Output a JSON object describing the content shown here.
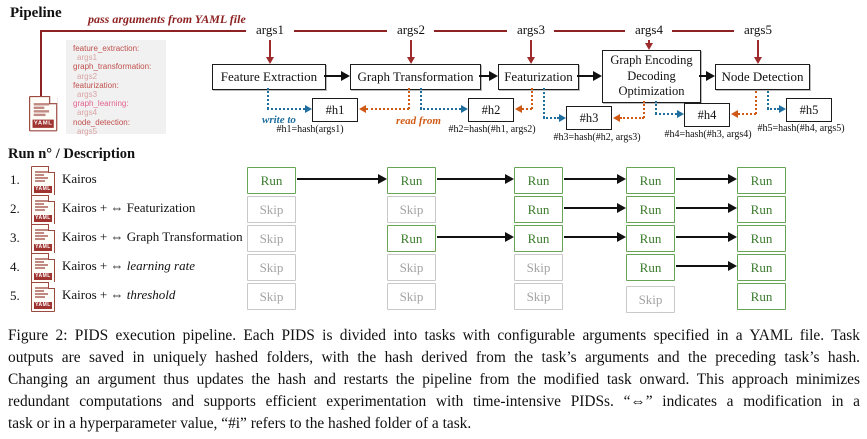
{
  "pipeline": {
    "title": "Pipeline",
    "pass_arguments_label": "pass arguments from YAML file",
    "write_to_label": "write to",
    "read_from_label": "read from",
    "yaml_icon_label": "YAML",
    "yaml_config": {
      "lines": [
        {
          "text": "feature_extraction:",
          "kind": "key"
        },
        {
          "text": "args1",
          "kind": "value"
        },
        {
          "text": "graph_transformation:",
          "kind": "key"
        },
        {
          "text": "args2",
          "kind": "value"
        },
        {
          "text": "featurization:",
          "kind": "key"
        },
        {
          "text": "args3",
          "kind": "value"
        },
        {
          "text": "graph_learning:",
          "kind": "key-highlight"
        },
        {
          "text": "args4",
          "kind": "value"
        },
        {
          "text": "node_detection:",
          "kind": "key"
        },
        {
          "text": "args5",
          "kind": "value"
        }
      ]
    },
    "args": [
      "args1",
      "args2",
      "args3",
      "args4",
      "args5"
    ],
    "tasks": [
      {
        "label": "Feature Extraction"
      },
      {
        "label": "Graph Transformation"
      },
      {
        "label": "Featurization"
      },
      {
        "label": "Graph Encoding Decoding Optimization",
        "lines": [
          "Graph Encoding",
          "Decoding",
          "Optimization"
        ]
      },
      {
        "label": "Node Detection"
      }
    ],
    "hashes": [
      {
        "label": "#h1",
        "equation": "#h1=hash(args1)"
      },
      {
        "label": "#h2",
        "equation": "#h2=hash(#h1, args2)"
      },
      {
        "label": "#h3",
        "equation": "#h3=hash(#h2, args3)"
      },
      {
        "label": "#h4",
        "equation": "#h4=hash(#h3, args4)"
      },
      {
        "label": "#h5",
        "equation": "#h5=hash(#h4, args5)"
      }
    ],
    "colors": {
      "maroon": "#8e2222",
      "write_blue": "#1f6e9e",
      "read_orange": "#cf5a16",
      "run_green": "#67a455",
      "skip_gray": "#c9c9c9"
    }
  },
  "runs": {
    "header": "Run n° / Description",
    "rows": [
      {
        "num": "1.",
        "desc": "Kairos",
        "cells": [
          "Run",
          "Run",
          "Run",
          "Run",
          "Run"
        ]
      },
      {
        "num": "2.",
        "desc": "Kairos + ⇔ Featurization",
        "cells": [
          "Skip",
          "Skip",
          "Run",
          "Run",
          "Run"
        ]
      },
      {
        "num": "3.",
        "desc": "Kairos + ⇔ Graph Transformation",
        "cells": [
          "Skip",
          "Run",
          "Run",
          "Run",
          "Run"
        ]
      },
      {
        "num": "4.",
        "desc_prefix": "Kairos + ⇔ ",
        "desc_italic": "learning rate",
        "cells": [
          "Skip",
          "Skip",
          "Skip",
          "Run",
          "Run"
        ]
      },
      {
        "num": "5.",
        "desc_prefix": "Kairos + ⇔ ",
        "desc_italic": "threshold",
        "cells": [
          "Skip",
          "Skip",
          "Skip",
          "Skip",
          "Run"
        ]
      }
    ]
  },
  "caption": {
    "lines": [
      "Figure 2: PIDS execution pipeline. Each PIDS is divided into tasks with configurable arguments specified in a YAML file. Task",
      "outputs are saved in uniquely hashed folders, with the hash derived from the task’s arguments and the preceding task’s hash.",
      "Changing an argument thus updates the hash and restarts the pipeline from the modified task onward. This approach minimizes",
      "redundant computations and supports efficient experimentation with time-intensive PIDSs. “⇔” indicates a modification in a",
      "task or in a hyperparameter value, “#i” refers to the hashed folder of a task."
    ]
  }
}
